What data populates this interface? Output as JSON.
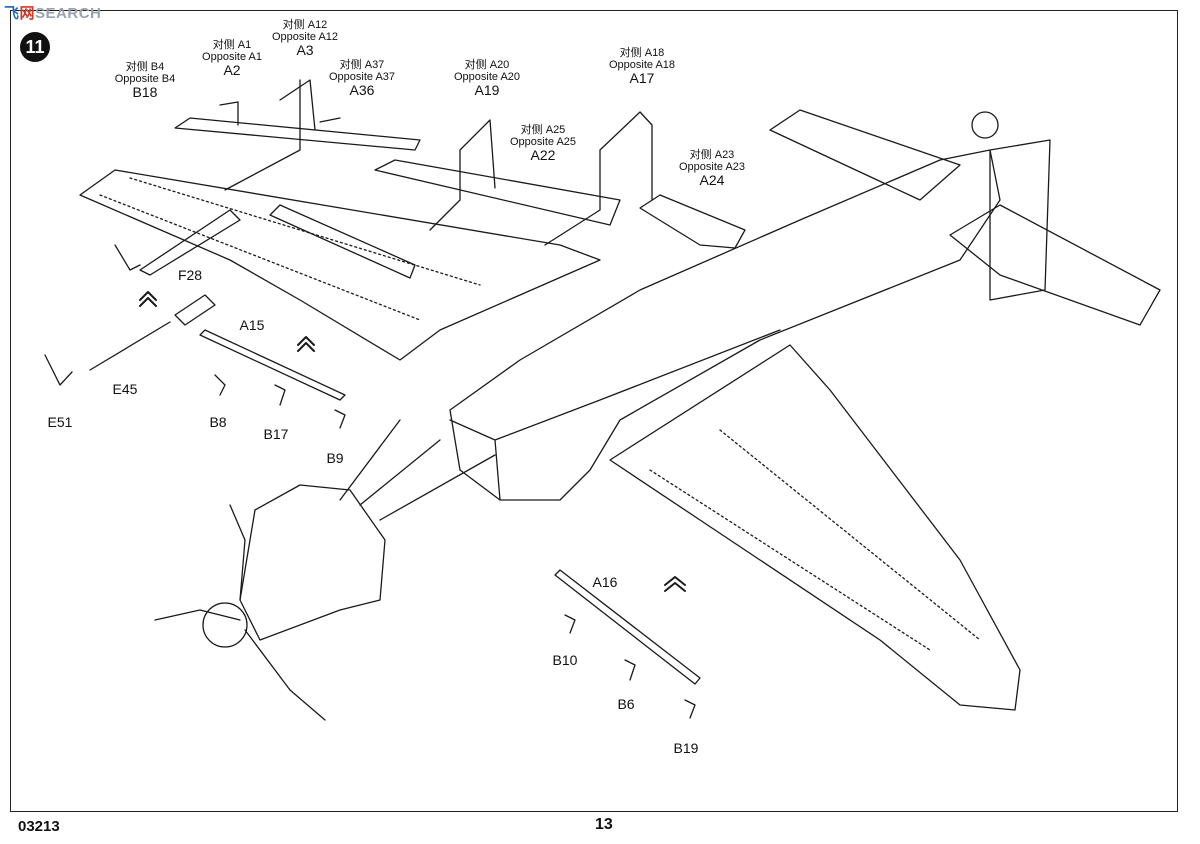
{
  "watermark": {
    "part1": "飞",
    "part2": "网",
    "part3": "SEARCH"
  },
  "step": "11",
  "labels": [
    {
      "cn": "对侧 B4",
      "en": "Opposite B4",
      "part": "B18"
    },
    {
      "cn": "对侧 A1",
      "en": "Opposite A1",
      "part": "A2"
    },
    {
      "cn": "对侧 A12",
      "en": "Opposite A12",
      "part": "A3"
    },
    {
      "cn": "对侧 A37",
      "en": "Opposite A37",
      "part": "A36"
    },
    {
      "cn": "对侧 A20",
      "en": "Opposite A20",
      "part": "A19"
    },
    {
      "cn": "对侧 A25",
      "en": "Opposite A25",
      "part": "A22"
    },
    {
      "cn": "对侧 A18",
      "en": "Opposite A18",
      "part": "A17"
    },
    {
      "cn": "对侧 A23",
      "en": "Opposite A23",
      "part": "A24"
    }
  ],
  "parts": [
    "F28",
    "A15",
    "E45",
    "E51",
    "B8",
    "B17",
    "B9",
    "A16",
    "B10",
    "B6",
    "B19"
  ],
  "footer": {
    "code": "03213",
    "page": "13"
  }
}
